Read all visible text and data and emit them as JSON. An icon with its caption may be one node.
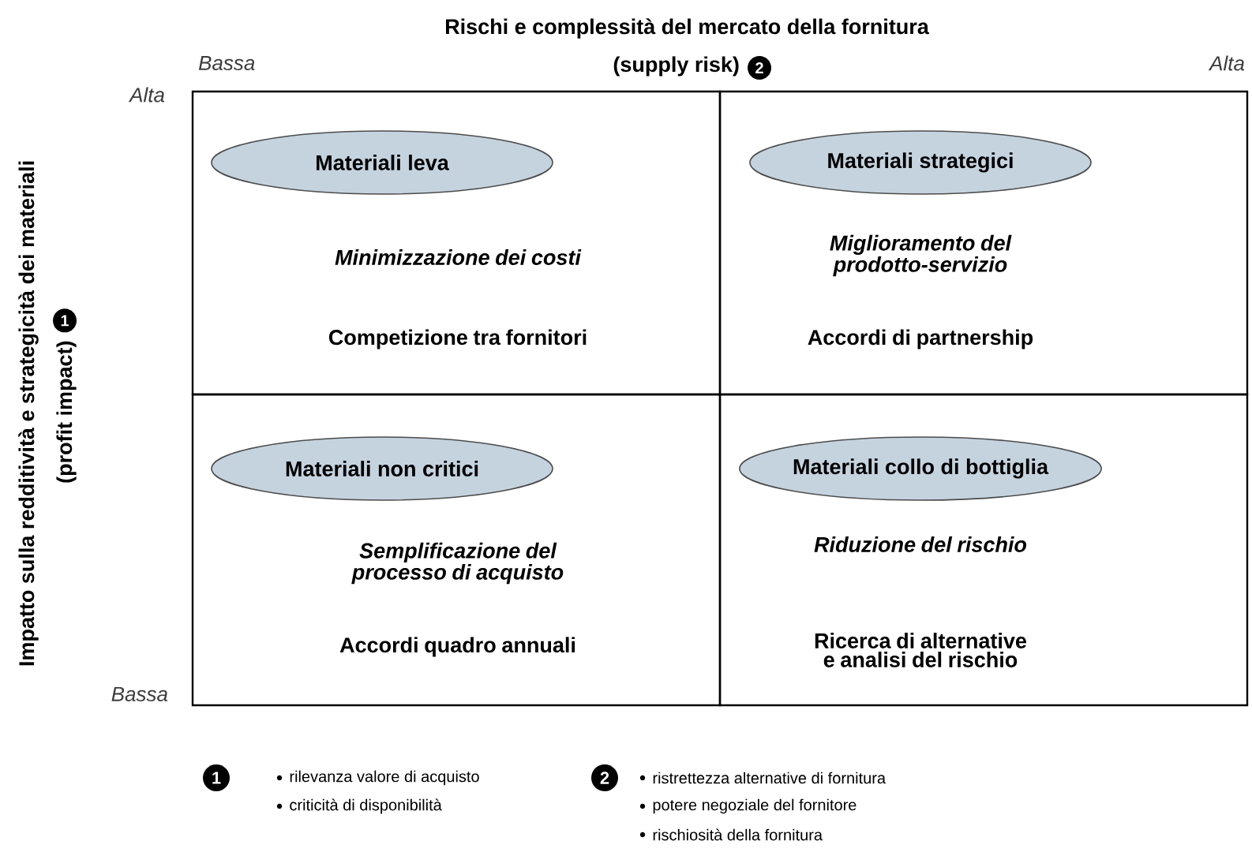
{
  "diagram": {
    "nodes": [
      {
        "text": [
          "Minimizzazione dei costi",
          "Competizione tra fornitori"
        ]
      },
      {
        "text": [
          "Materiali leva"
        ],
        "in": 0
      },
      {
        "text": [
          "Miglioramento del prodotto-servizio",
          "Accordi di partnership"
        ]
      },
      {
        "text": [
          "Materiali strategici"
        ],
        "in": 2
      },
      {
        "text": [
          "Semplificazione del processo di acquisto",
          "Accordi quadro annuali"
        ]
      },
      {
        "text": [
          "Materiali non critici"
        ],
        "in": 4
      },
      {
        "text": [
          "Riduzione del rischio",
          "Ricerca di alternative e analisi del rischio"
        ]
      },
      {
        "text": [
          "Materiali collo di bottiglia"
        ],
        "in": 6
      }
    ],
    "labels": [
      "Rischi e complessità del mercato della fornitura",
      "Bassa",
      "(supply risk)",
      "2",
      "Alta",
      "Alta",
      "Impatto sulla redditività e strategicità dei materiali",
      "(profit impact)",
      "1",
      "Bassa",
      "1",
      "rilevanza valore di acquisto",
      "criticità di disponibilità",
      "2",
      "ristrettezza alternative di fornitura",
      "potere negoziale del fornitore",
      "rischiosità della fornitura"
    ]
  }
}
